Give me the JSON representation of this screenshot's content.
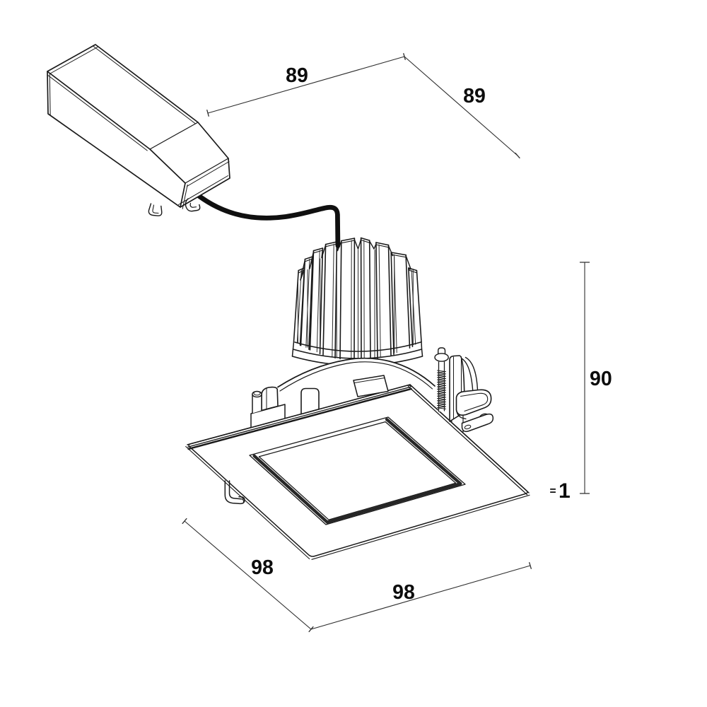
{
  "page": {
    "background": "#ffffff",
    "line_color": "#1a1a1a"
  },
  "dimensions": {
    "top_width": {
      "label": "89"
    },
    "top_depth": {
      "label": "89"
    },
    "height": {
      "label": "90"
    },
    "thickness": {
      "prefix": "=",
      "label": "1"
    },
    "plate_width": {
      "label": "98"
    },
    "plate_depth": {
      "label": "98"
    }
  }
}
